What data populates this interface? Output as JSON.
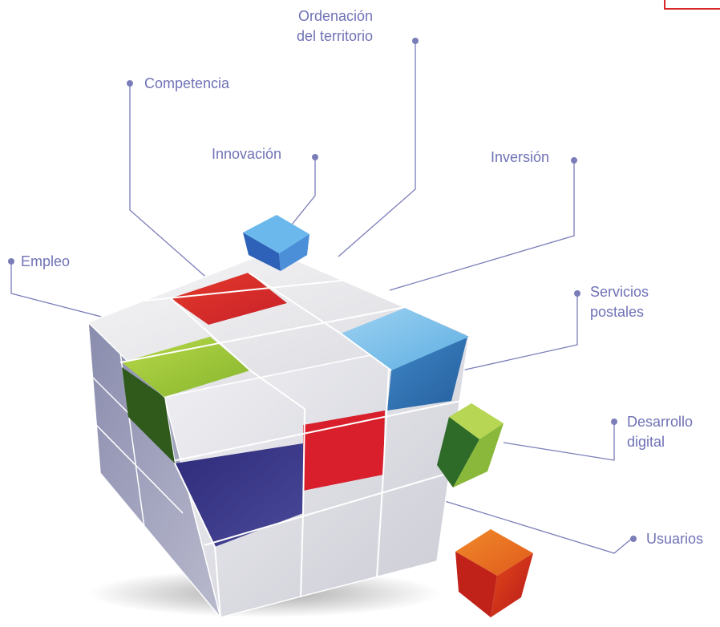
{
  "labels": {
    "ordenacion": [
      "Ordenación",
      "del territorio"
    ],
    "competencia": [
      "Competencia"
    ],
    "innovacion": [
      "Innovación"
    ],
    "inversion": [
      "Inversión"
    ],
    "empleo": [
      "Empleo"
    ],
    "servicios_postales": [
      "Servicios",
      "postales"
    ],
    "desarrollo_digital": [
      "Desarrollo",
      "digital"
    ],
    "usuarios": [
      "Usuarios"
    ]
  },
  "colors": {
    "label_text": "#6f72b6",
    "leader_line": "#7a7db8",
    "accent_red": "#d9262b",
    "cube_white": "#e8e8ec",
    "cube_blue": "#5aa7e0",
    "cube_green": "#9dc93b",
    "cube_navy": "#3c3a8c",
    "cube_orange": "#e8591e"
  }
}
